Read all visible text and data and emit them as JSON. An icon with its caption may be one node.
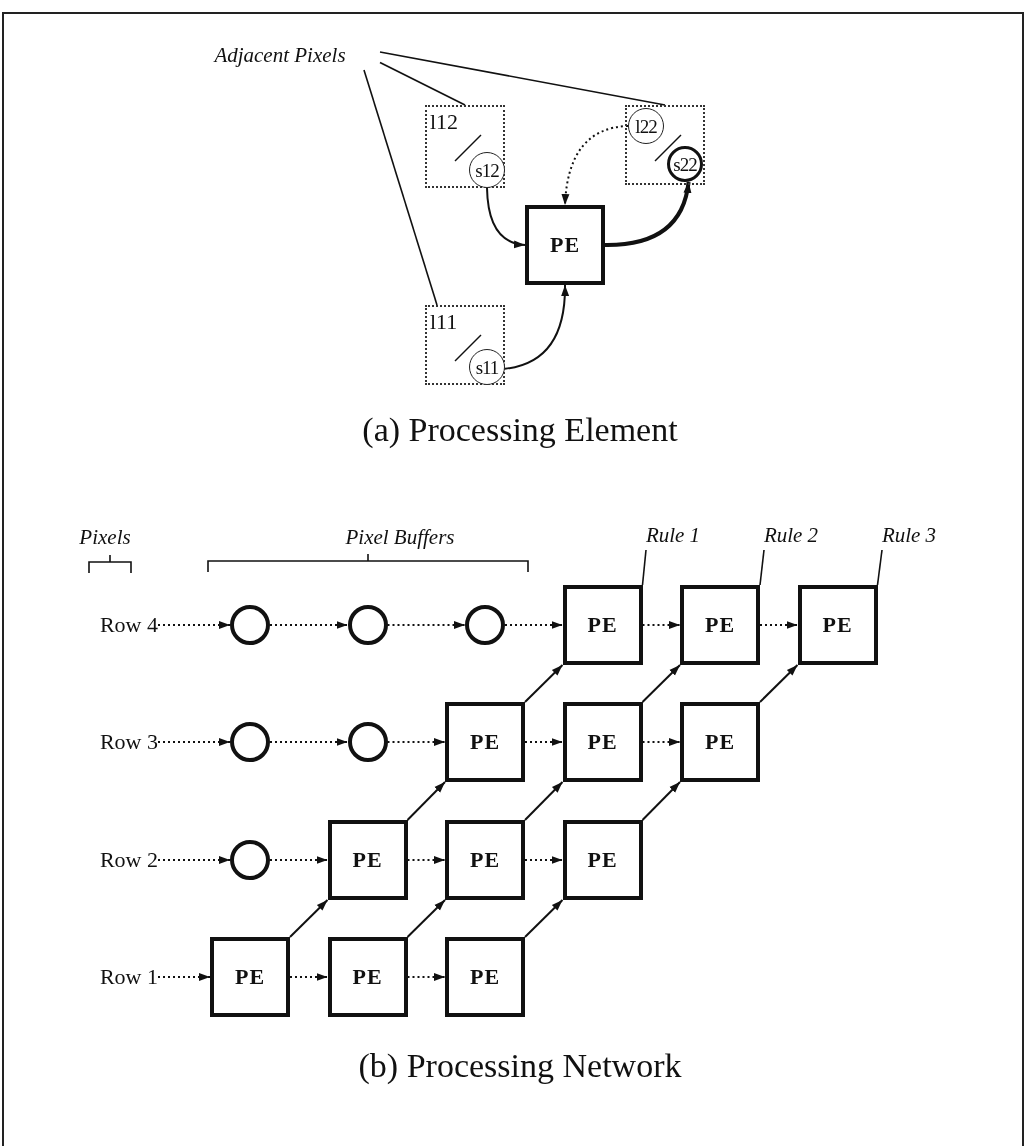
{
  "diagram": {
    "nodes": [
      {
        "text": [
          "Adjacent Pixels"
        ]
      },
      {
        "text": [
          "l12"
        ]
      },
      {
        "text": [
          "s12"
        ],
        "in": 1
      },
      {
        "text": [],
        "shape": "box"
      },
      {
        "text": [
          "l22"
        ],
        "in": 3
      },
      {
        "text": [
          "s22"
        ],
        "in": 3
      },
      {
        "text": [
          "PE"
        ]
      },
      {
        "text": [
          "l11"
        ]
      },
      {
        "text": [
          "s11"
        ],
        "in": 7
      },
      {
        "text": [
          "Rule 1"
        ]
      },
      {
        "text": [
          "Rule 2"
        ]
      },
      {
        "text": [
          "Rule 3"
        ]
      },
      {
        "text": [
          "Row 4"
        ]
      },
      {
        "text": [],
        "shape": "circle"
      },
      {
        "text": [],
        "shape": "circle"
      },
      {
        "text": [],
        "shape": "circle"
      },
      {
        "text": [
          "PE"
        ]
      },
      {
        "text": [
          "PE"
        ]
      },
      {
        "text": [
          "PE"
        ]
      },
      {
        "text": [
          "Row 3"
        ]
      },
      {
        "text": [],
        "shape": "circle"
      },
      {
        "text": [],
        "shape": "circle"
      },
      {
        "text": [
          "PE"
        ]
      },
      {
        "text": [
          "PE"
        ]
      },
      {
        "text": [
          "PE"
        ]
      },
      {
        "text": [
          "Row 2"
        ]
      },
      {
        "text": [],
        "shape": "circle"
      },
      {
        "text": [
          "PE"
        ]
      },
      {
        "text": [
          "PE"
        ]
      },
      {
        "text": [
          "PE"
        ]
      },
      {
        "text": [
          "Row 1"
        ]
      },
      {
        "text": [
          "PE"
        ]
      },
      {
        "text": [
          "PE"
        ]
      },
      {
        "text": [
          "PE"
        ]
      }
    ],
    "edges": [
      {
        "from": 0,
        "to": 1,
        "arrow": "none"
      },
      {
        "from": 0,
        "to": 3,
        "arrow": "none"
      },
      {
        "from": 0,
        "to": 7,
        "arrow": "none"
      },
      {
        "from": 2,
        "to": 6,
        "arrow": "to"
      },
      {
        "from": 4,
        "to": 6,
        "arrow": "to",
        "style": "dashed"
      },
      {
        "from": 6,
        "to": 5,
        "arrow": "to",
        "style": "thick"
      },
      {
        "from": 8,
        "to": 6,
        "arrow": "to"
      },
      {
        "from": 9,
        "to": 16,
        "arrow": "none"
      },
      {
        "from": 10,
        "to": 17,
        "arrow": "none"
      },
      {
        "from": 11,
        "to": 18,
        "arrow": "none"
      },
      {
        "from": 12,
        "to": 13,
        "arrow": "to",
        "style": "dashed"
      },
      {
        "from": 13,
        "to": 14,
        "arrow": "to",
        "style": "dashed"
      },
      {
        "from": 14,
        "to": 15,
        "arrow": "to",
        "style": "dashed"
      },
      {
        "from": 15,
        "to": 16,
        "arrow": "to",
        "style": "dashed"
      },
      {
        "from": 16,
        "to": 17,
        "arrow": "to",
        "style": "dashed"
      },
      {
        "from": 17,
        "to": 18,
        "arrow": "to",
        "style": "dashed"
      },
      {
        "from": 19,
        "to": 20,
        "arrow": "to",
        "style": "dashed"
      },
      {
        "from": 20,
        "to": 21,
        "arrow": "to",
        "style": "dashed"
      },
      {
        "from": 21,
        "to": 22,
        "arrow": "to",
        "style": "dashed"
      },
      {
        "from": 22,
        "to": 23,
        "arrow": "to",
        "style": "dashed"
      },
      {
        "from": 23,
        "to": 24,
        "arrow": "to",
        "style": "dashed"
      },
      {
        "from": 25,
        "to": 26,
        "arrow": "to",
        "style": "dashed"
      },
      {
        "from": 26,
        "to": 27,
        "arrow": "to",
        "style": "dashed"
      },
      {
        "from": 27,
        "to": 28,
        "arrow": "to",
        "style": "dashed"
      },
      {
        "from": 28,
        "to": 29,
        "arrow": "to",
        "style": "dashed"
      },
      {
        "from": 30,
        "to": 31,
        "arrow": "to",
        "style": "dashed"
      },
      {
        "from": 31,
        "to": 32,
        "arrow": "to",
        "style": "dashed"
      },
      {
        "from": 32,
        "to": 33,
        "arrow": "to",
        "style": "dashed"
      },
      {
        "from": 31,
        "to": 27,
        "arrow": "to"
      },
      {
        "from": 32,
        "to": 28,
        "arrow": "to"
      },
      {
        "from": 33,
        "to": 29,
        "arrow": "to"
      },
      {
        "from": 27,
        "to": 22,
        "arrow": "to"
      },
      {
        "from": 28,
        "to": 23,
        "arrow": "to"
      },
      {
        "from": 29,
        "to": 24,
        "arrow": "to"
      },
      {
        "from": 22,
        "to": 16,
        "arrow": "to"
      },
      {
        "from": 23,
        "to": 17,
        "arrow": "to"
      },
      {
        "from": 24,
        "to": 18,
        "arrow": "to"
      }
    ],
    "labels": [
      "(a) Processing Element",
      "Pixels",
      "Pixel Buffers",
      "(b) Processing Network"
    ]
  }
}
